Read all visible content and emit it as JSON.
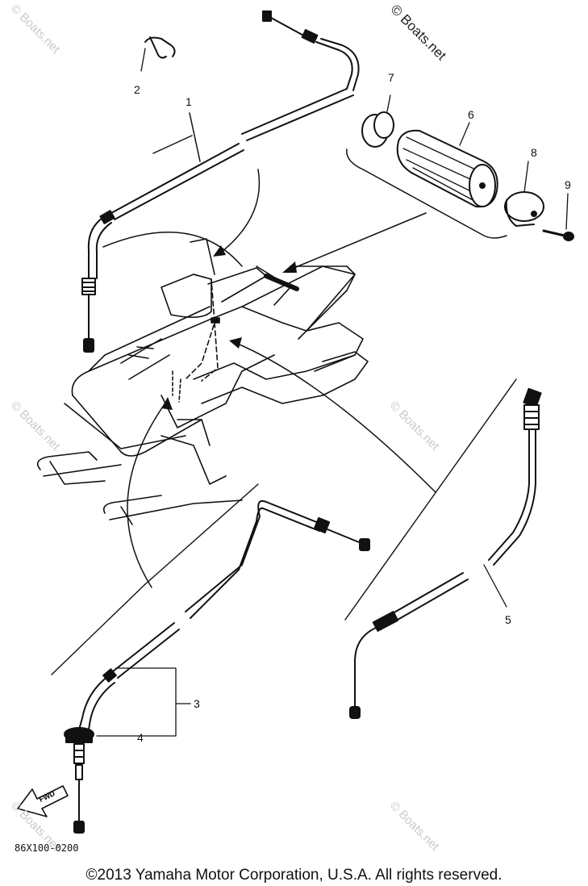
{
  "diagram": {
    "callouts": [
      "1",
      "2",
      "3",
      "4",
      "5",
      "6",
      "7",
      "8",
      "9"
    ],
    "part_code": "86X100-0200",
    "fwd_label": "FWD",
    "watermark": "© Boats.net",
    "copyright": "©2013 Yamaha Motor Corporation, U.S.A. All rights reserved."
  }
}
